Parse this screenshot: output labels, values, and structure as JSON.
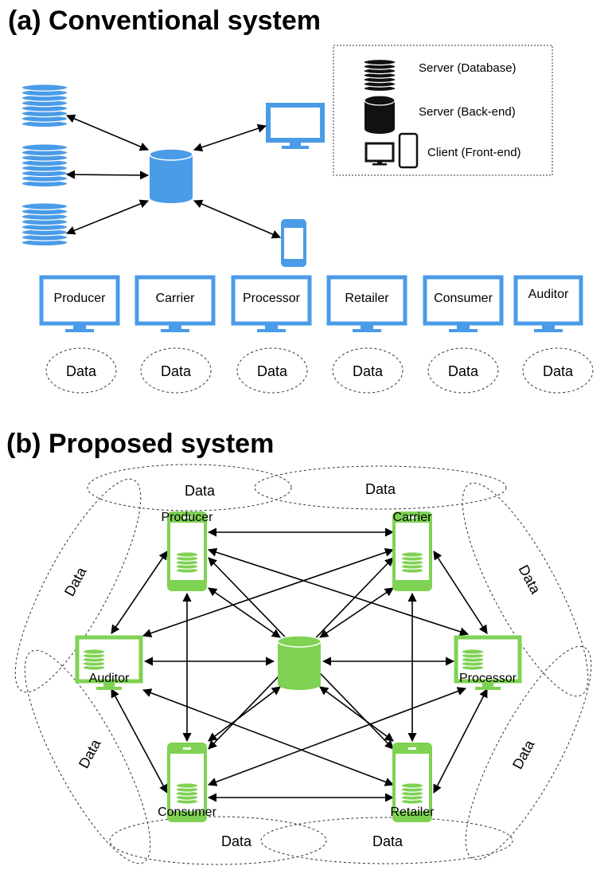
{
  "colors": {
    "blue": "#4a9be8",
    "green": "#7fd253",
    "black": "#111111"
  },
  "panel_a": {
    "title": "(a)  Conventional system",
    "legend": {
      "database": "Server (Database)",
      "backend": "Server (Back-end)",
      "frontend": "Client (Front-end)"
    },
    "clients": [
      "Producer",
      "Carrier",
      "Processor",
      "Retailer",
      "Consumer",
      "Auditor"
    ],
    "data_label": "Data"
  },
  "panel_b": {
    "title": "(b) Proposed system",
    "nodes": [
      "Producer",
      "Carrier",
      "Auditor",
      "Processor",
      "Consumer",
      "Retailer"
    ],
    "data_label": "Data"
  }
}
